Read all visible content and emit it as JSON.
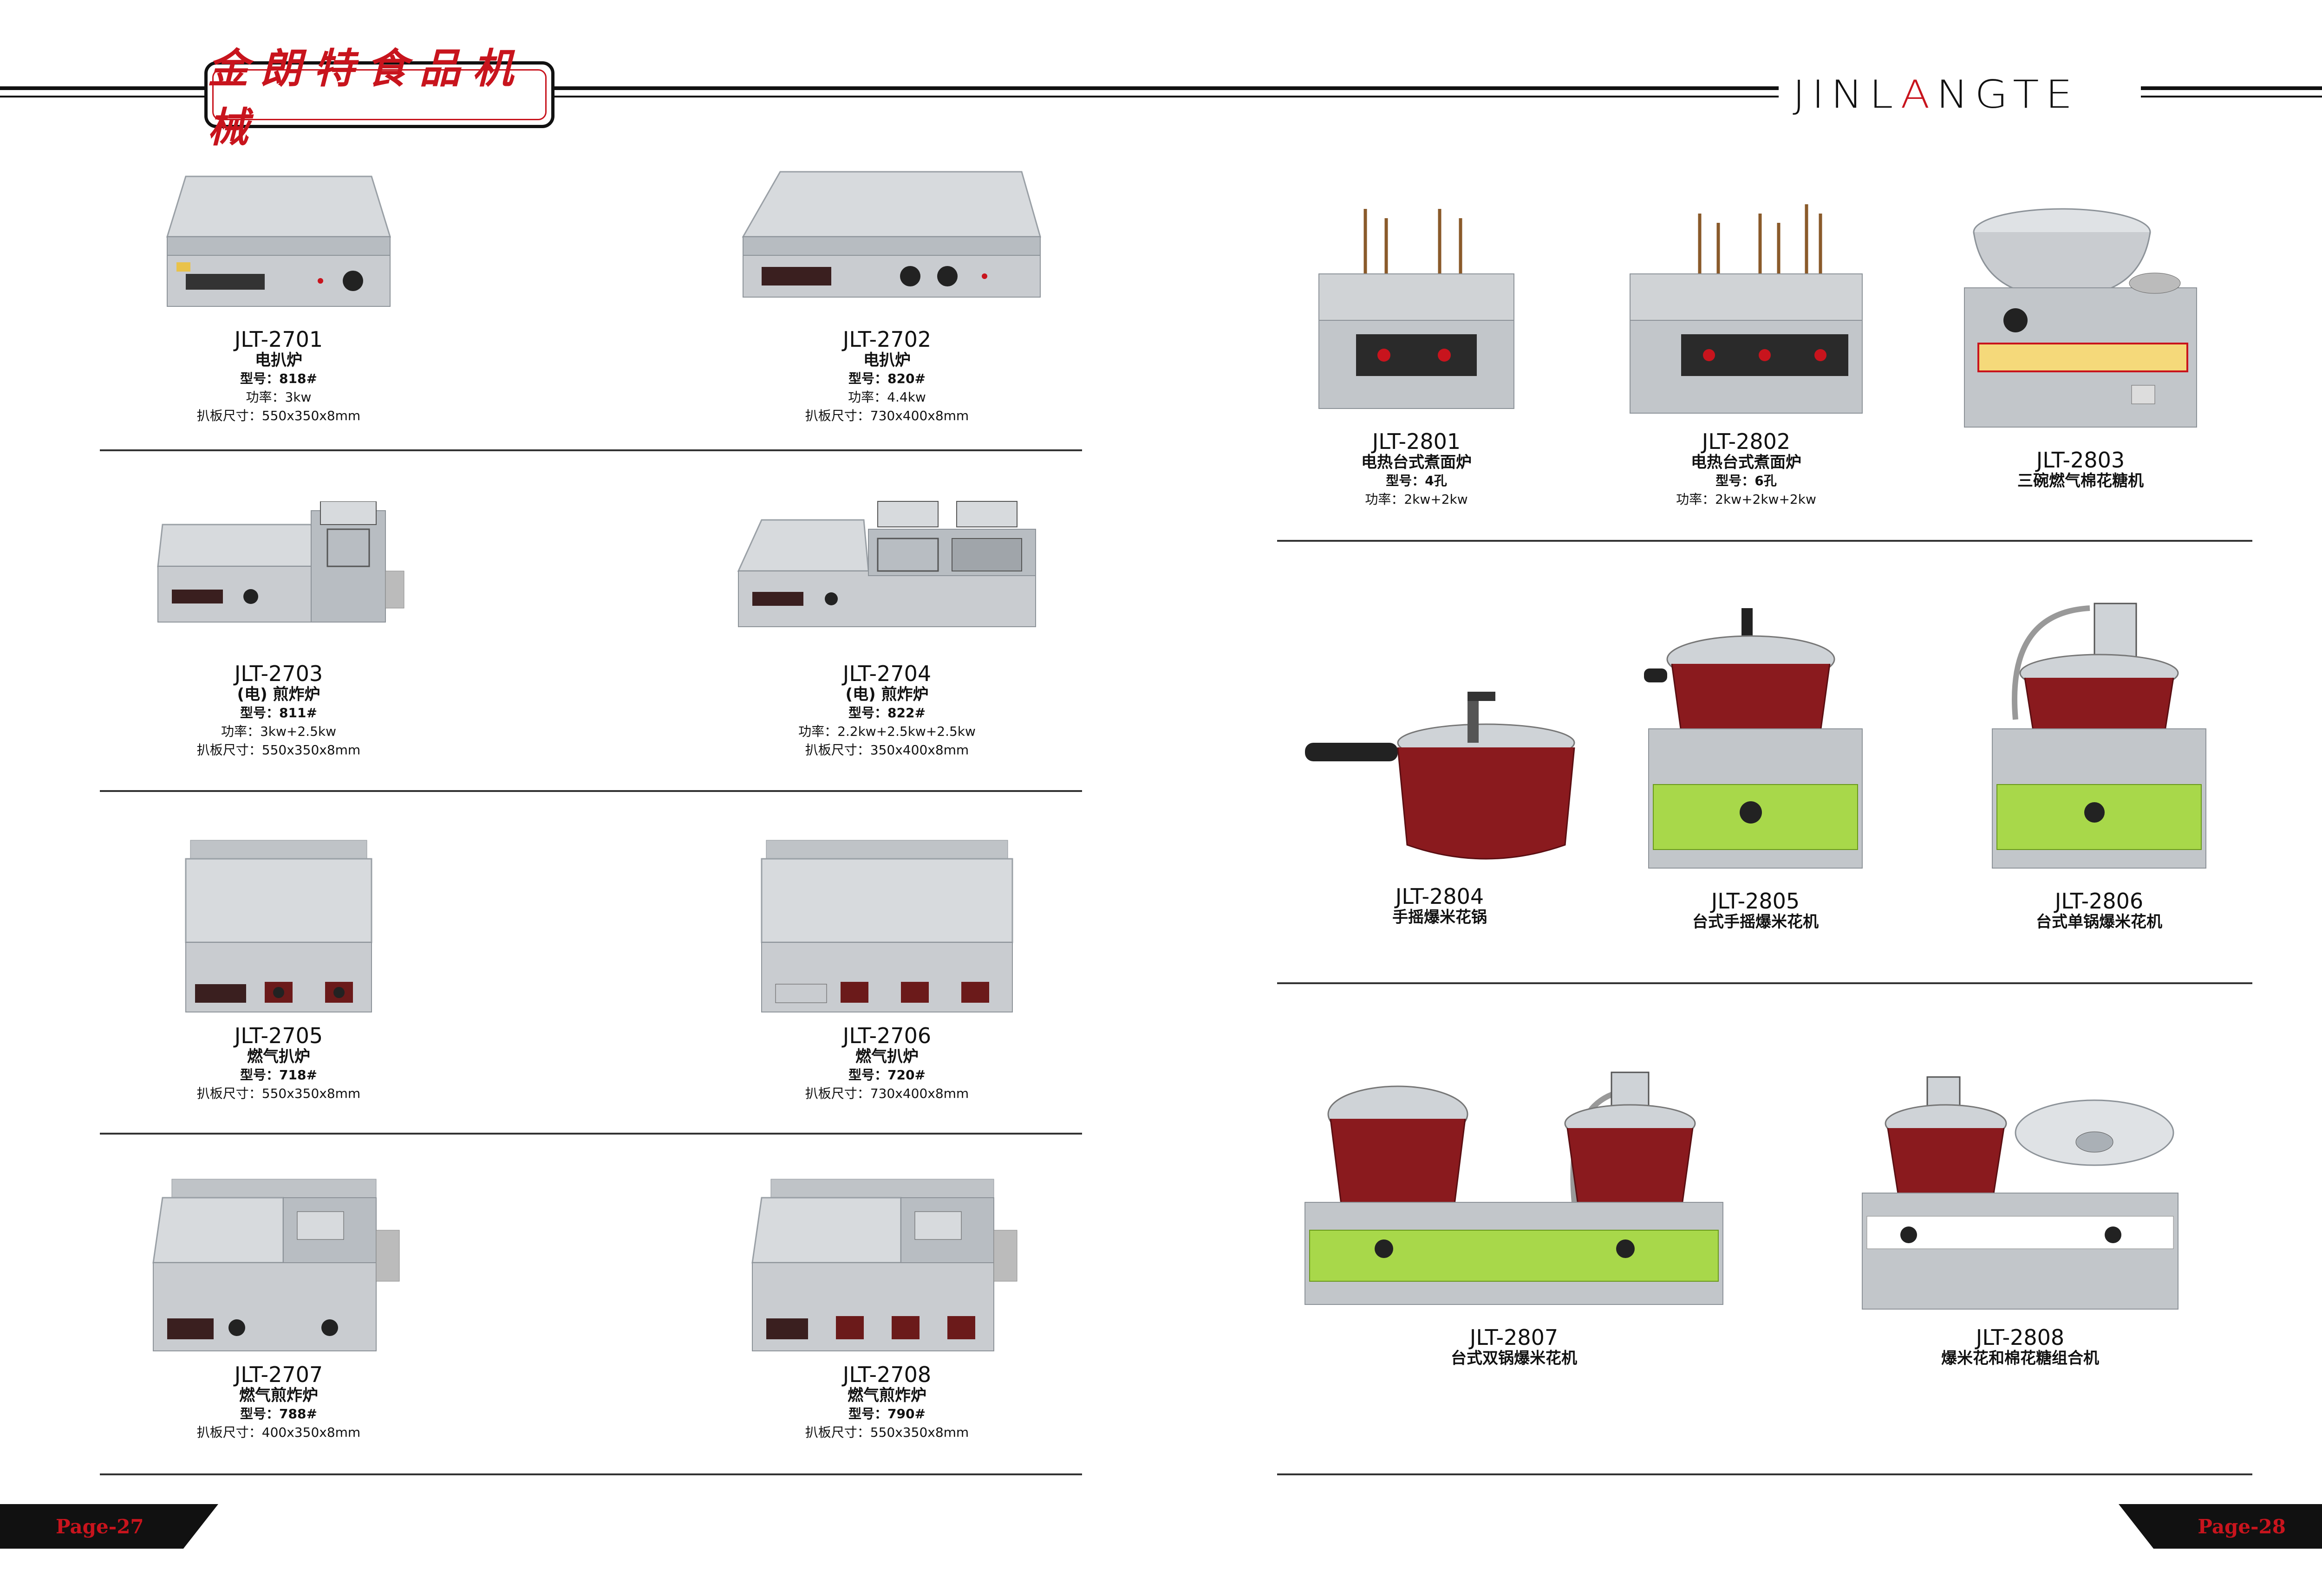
{
  "header": {
    "brand_cn": "金朗特食品机械",
    "brand_en_a": "JINL",
    "brand_en_b": "A",
    "brand_en_c": "NGTE"
  },
  "left_products": [
    {
      "code": "JLT-2701",
      "name": "电扒炉",
      "specs": [
        "型号：818#",
        "功率：3kw",
        "扒板尺寸：550x350x8mm"
      ]
    },
    {
      "code": "JLT-2702",
      "name": "电扒炉",
      "specs": [
        "型号：820#",
        "功率：4.4kw",
        "扒板尺寸：730x400x8mm"
      ]
    },
    {
      "code": "JLT-2703",
      "name": "(电) 煎炸炉",
      "specs": [
        "型号：811#",
        "功率：3kw+2.5kw",
        "扒板尺寸：550x350x8mm"
      ]
    },
    {
      "code": "JLT-2704",
      "name": "(电) 煎炸炉",
      "specs": [
        "型号：822#",
        "功率：2.2kw+2.5kw+2.5kw",
        "扒板尺寸：350x400x8mm"
      ]
    },
    {
      "code": "JLT-2705",
      "name": "燃气扒炉",
      "specs": [
        "型号：718#",
        "扒板尺寸：550x350x8mm"
      ]
    },
    {
      "code": "JLT-2706",
      "name": "燃气扒炉",
      "specs": [
        "型号：720#",
        "扒板尺寸：730x400x8mm"
      ]
    },
    {
      "code": "JLT-2707",
      "name": "燃气煎炸炉",
      "specs": [
        "型号：788#",
        "扒板尺寸：400x350x8mm"
      ]
    },
    {
      "code": "JLT-2708",
      "name": "燃气煎炸炉",
      "specs": [
        "型号：790#",
        "扒板尺寸：550x350x8mm"
      ]
    }
  ],
  "right_products": [
    {
      "code": "JLT-2801",
      "name": "电热台式煮面炉",
      "specs": [
        "型号：4孔",
        "功率：2kw+2kw"
      ]
    },
    {
      "code": "JLT-2802",
      "name": "电热台式煮面炉",
      "specs": [
        "型号：6孔",
        "功率：2kw+2kw+2kw"
      ]
    },
    {
      "code": "JLT-2803",
      "name": "三碗燃气棉花糖机",
      "specs": []
    },
    {
      "code": "JLT-2804",
      "name": "手摇爆米花锅",
      "specs": []
    },
    {
      "code": "JLT-2805",
      "name": "台式手摇爆米花机",
      "specs": []
    },
    {
      "code": "JLT-2806",
      "name": "台式单锅爆米花机",
      "specs": []
    },
    {
      "code": "JLT-2807",
      "name": "台式双锅爆米花机",
      "specs": []
    },
    {
      "code": "JLT-2808",
      "name": "爆米花和棉花糖组合机",
      "specs": []
    }
  ],
  "footer": {
    "left_page": "Page-27",
    "right_page": "Page-28"
  },
  "colors": {
    "brand_red": "#c8141d",
    "steel": "#c9ccd0",
    "dark": "#111111",
    "panel_green": "#a8d84a",
    "pot_red": "#8a1a1e"
  }
}
